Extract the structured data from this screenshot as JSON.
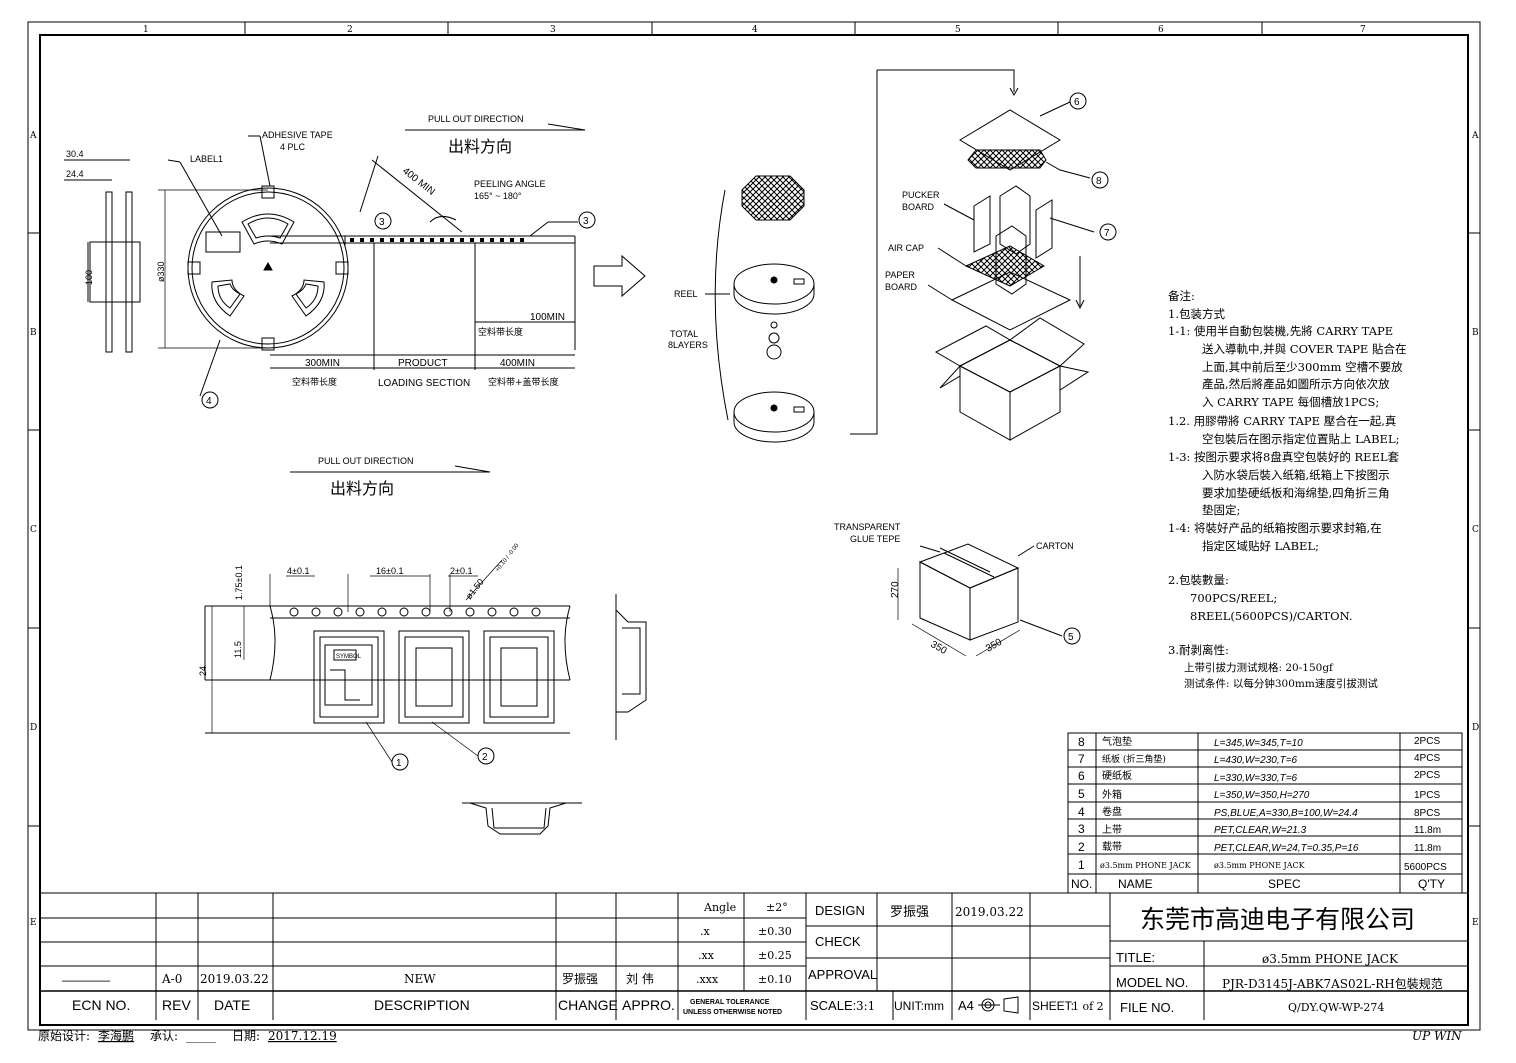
{
  "grid": {
    "cols": [
      "1",
      "2",
      "3",
      "4",
      "5",
      "6",
      "7"
    ],
    "rows": [
      "A",
      "B",
      "C",
      "D",
      "E"
    ]
  },
  "reel_drawing": {
    "label1": "LABEL1",
    "adhesive_tape": "ADHESIVE TAPE",
    "adhesive_qty": "4 PLC",
    "dim_30_4": "30.4",
    "dim_24_4": "24.4",
    "dim_100": "100",
    "dim_330": "ø330",
    "balloon_4": "4"
  },
  "tape_section": {
    "pull_out": "PULL OUT DIRECTION",
    "pull_out_cn": "出料方向",
    "len_400": "400 MIN",
    "peeling_angle": "PEELING ANGLE",
    "peeling_range": "165° ~ 180°",
    "len_100": "100MIN",
    "empty_len_cn": "空料带长度",
    "len_300": "300MIN",
    "product": "PRODUCT",
    "len_400b": "400MIN",
    "empty_tape_cn": "空料带长度",
    "loading_section": "LOADING SECTION",
    "empty_cover_cn": "空料带+盖带长度",
    "balloon_3": "3"
  },
  "pull_out_2": {
    "label": "PULL OUT DIRECTION",
    "cn": "出料方向"
  },
  "carrier_tape": {
    "dim_4": "4±0.1",
    "dim_16": "16±0.1",
    "dim_2": "2±0.1",
    "dim_175": "1.75±0.1",
    "dim_150": "ø1.50",
    "dim_150_tol": "+0.10 / -0.00",
    "dim_11_5": "11.5",
    "dim_24": "24",
    "balloon_1": "1",
    "balloon_2": "2",
    "part_mark": "SYMBOL"
  },
  "exploded_view": {
    "reel": "REEL",
    "total": "TOTAL",
    "layers": "8LAYERS",
    "pucker": "PUCKER",
    "board": "BOARD",
    "air_cap": "AIR CAP",
    "paper": "PAPER",
    "paper_board": "BOARD",
    "balloon_6": "6",
    "balloon_8": "8",
    "balloon_7": "7"
  },
  "carton_view": {
    "transparent": "TRANSPARENT",
    "glue_tape": "GLUE TEPE",
    "carton": "CARTON",
    "dim_270": "270",
    "dim_350a": "350",
    "dim_350b": "350",
    "balloon_5": "5"
  },
  "notes": {
    "title": "备注:",
    "lines": [
      "1.包装方式",
      "1-1: 使用半自動包裝機,先將 CARRY TAPE",
      "送入導軌中,并與 COVER TAPE 貼合在",
      "上面,其中前后至少300mm 空槽不要放",
      "產品,然后將產品如圖所示方向依次放",
      "入 CARRY TAPE 每個槽放1PCS;",
      "1.2. 用膠帶將 CARRY TAPE 壓合在一起,真",
      "空包裝后在图示指定位置貼上 LABEL;",
      "1-3: 按图示要求将8盘真空包裝好的 REEL套",
      "入防水袋后裝入纸箱,纸箱上下按图示",
      "要求加垫硬纸板和海绵垫,四角折三角",
      "垫固定;",
      "1-4: 将裝好产品的纸箱按图示要求封箱,在",
      "指定区域贴好 LABEL;",
      "2.包裝數量:",
      "700PCS/REEL;",
      "8REEL(5600PCS)/CARTON.",
      "3.耐剥离性:",
      "上带引拔力测试规格: 20-150gf",
      "测试条件: 以每分钟300mm速度引拔测试"
    ]
  },
  "bom": {
    "header": {
      "no": "NO.",
      "name": "NAME",
      "spec": "SPEC",
      "qty": "Q'TY"
    },
    "rows": [
      {
        "no": "8",
        "name": "气泡垫",
        "spec": "L=345,W=345,T=10",
        "qty": "2PCS"
      },
      {
        "no": "7",
        "name": "纸板 (折三角垫)",
        "spec": "L=430,W=230,T=6",
        "qty": "4PCS"
      },
      {
        "no": "6",
        "name": "硬纸板",
        "spec": "L=330,W=330,T=6",
        "qty": "2PCS"
      },
      {
        "no": "5",
        "name": "外箱",
        "spec": "L=350,W=350,H=270",
        "qty": "1PCS"
      },
      {
        "no": "4",
        "name": "卷盘",
        "spec": "PS,BLUE,A=330,B=100,W=24.4",
        "qty": "8PCS"
      },
      {
        "no": "3",
        "name": "上带",
        "spec": "PET,CLEAR,W=21.3",
        "qty": "11.8m"
      },
      {
        "no": "2",
        "name": "载带",
        "spec": "PET,CLEAR,W=24,T=0.35,P=16",
        "qty": "11.8m"
      },
      {
        "no": "1",
        "name": "ø3.5mm PHONE JACK",
        "spec": "ø3.5mm PHONE JACK",
        "qty": "5600PCS"
      }
    ]
  },
  "title_block": {
    "rev_row": {
      "ecn": "————",
      "rev": "A-0",
      "date": "2019.03.22",
      "desc": "NEW",
      "change": "罗振强",
      "appro": "刘 伟"
    },
    "headers": {
      "ecn": "ECN NO.",
      "rev": "REV",
      "date": "DATE",
      "desc": "DESCRIPTION",
      "change": "CHANGE",
      "appro": "APPRO."
    },
    "tolerance": [
      {
        "k": "Angle",
        "v": "±2°"
      },
      {
        "k": ".x",
        "v": "±0.30"
      },
      {
        "k": ".xx",
        "v": "±0.25"
      },
      {
        "k": ".xxx",
        "v": "±0.10"
      }
    ],
    "general_tol_1": "GENERAL TOLERANCE",
    "general_tol_2": "UNLESS OTHERWISE NOTED",
    "design": "DESIGN",
    "designer": "罗振强",
    "design_date": "2019.03.22",
    "check": "CHECK",
    "approval": "APPROVAL",
    "scale_label": "SCALE:",
    "scale": "3:1",
    "unit": "UNIT:mm",
    "paper": "A4",
    "sheet_label": "SHEET:",
    "sheet": "1 of 2",
    "company": "东莞市高迪电子有限公司",
    "title_label": "TITLE:",
    "title": "ø3.5mm PHONE JACK",
    "model_label": "MODEL NO.",
    "model": "PJR-D3145J-ABK7AS02L-RH包裝规范",
    "file_label": "FILE NO.",
    "file": "Q/DY.QW-WP-274"
  },
  "footer": {
    "orig_label": "原始设计:",
    "orig": "李海鹏",
    "approve_label": "承认:",
    "approve": "_____",
    "date_label": "日期:",
    "date": "2017.12.19",
    "brand": "UP WIN"
  }
}
